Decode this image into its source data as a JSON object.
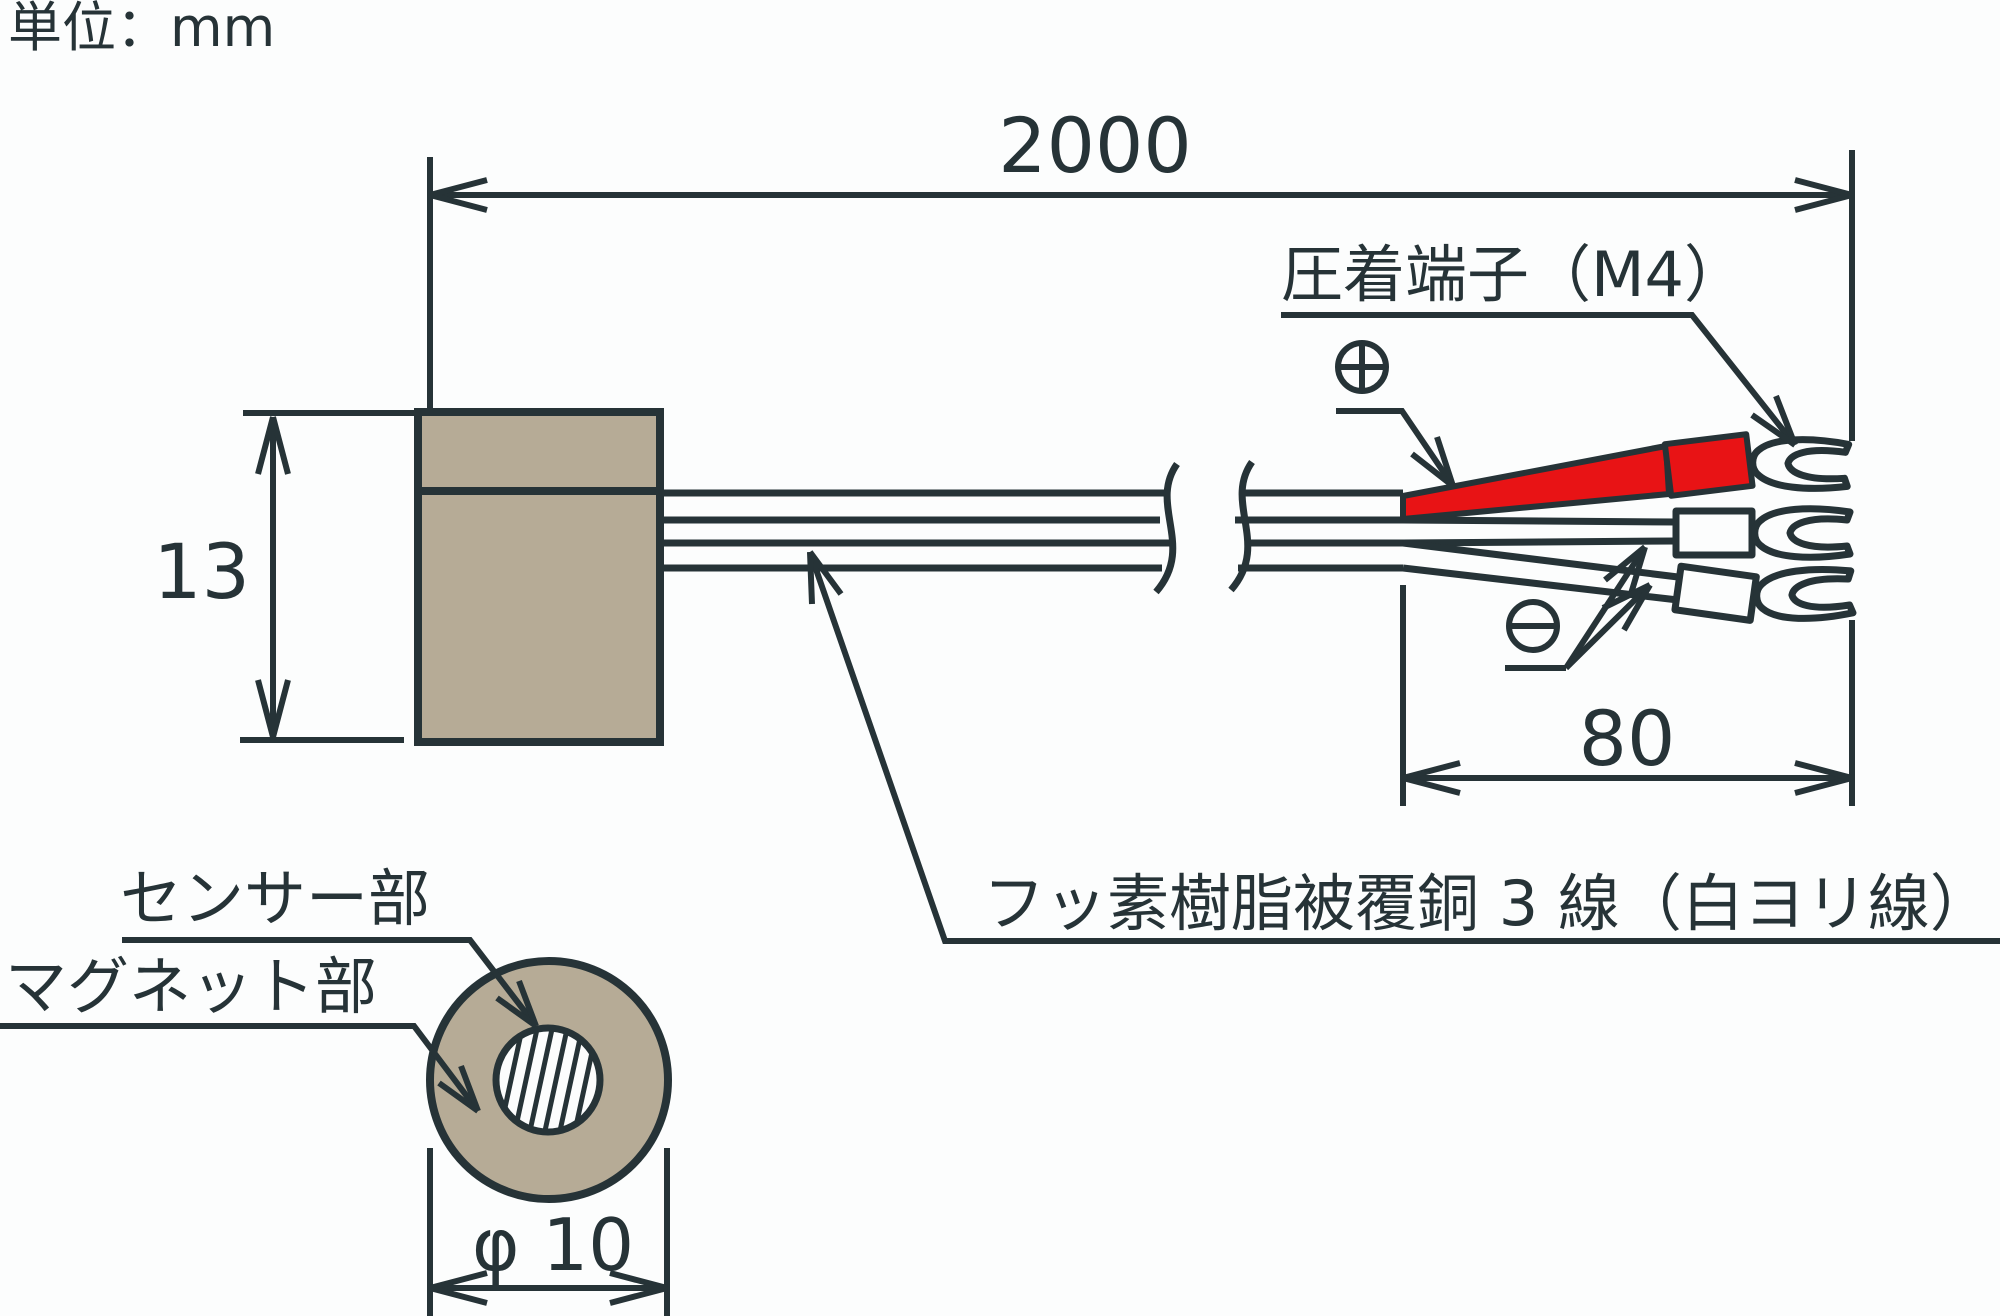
{
  "title": "sensor-dimension-drawing",
  "unit_label": "単位：mm",
  "dimensions": {
    "cable_length": "2000",
    "body_height": "13",
    "terminal_strip_length": "80",
    "outer_diameter": "φ 10"
  },
  "labels": {
    "crimp_terminal": "圧着端子（M4）",
    "positive_symbol": "⊕",
    "negative_symbol": "⊖",
    "wire_spec": "フッ素樹脂被覆銅 3 線（白ヨリ線）",
    "sensor_part": "センサー部",
    "magnet_part": "マグネット部"
  },
  "colors": {
    "line": "#263337",
    "body": "#b6ab96",
    "positive": "#e81315",
    "background": "#fcfdfd"
  }
}
